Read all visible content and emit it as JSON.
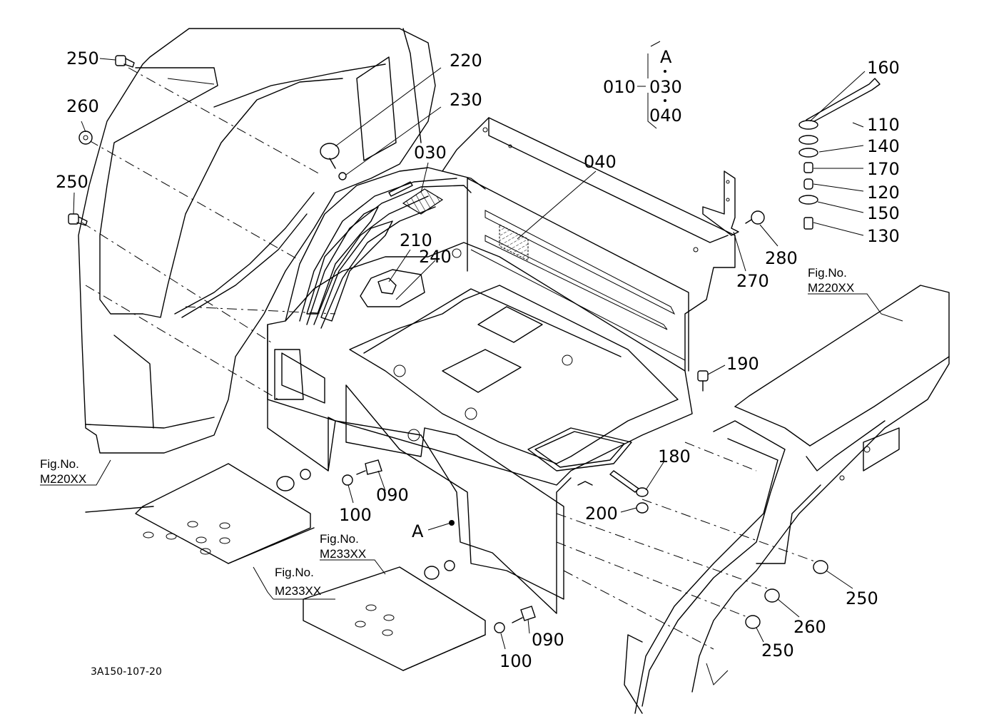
{
  "diagram": {
    "type": "exploded-parts-diagram",
    "drawing_code": "3A150-107-20",
    "group_callout": {
      "parent": "010",
      "members": [
        "A",
        "030",
        "040"
      ]
    },
    "view_marker": "A",
    "part_labels": [
      {
        "id": "p250a",
        "text": "250"
      },
      {
        "id": "p260a",
        "text": "260"
      },
      {
        "id": "p250b",
        "text": "250"
      },
      {
        "id": "p220",
        "text": "220"
      },
      {
        "id": "p230",
        "text": "230"
      },
      {
        "id": "p030",
        "text": "030"
      },
      {
        "id": "p040",
        "text": "040"
      },
      {
        "id": "p210",
        "text": "210"
      },
      {
        "id": "p240",
        "text": "240"
      },
      {
        "id": "p160",
        "text": "160"
      },
      {
        "id": "p110",
        "text": "110"
      },
      {
        "id": "p140",
        "text": "140"
      },
      {
        "id": "p170",
        "text": "170"
      },
      {
        "id": "p120",
        "text": "120"
      },
      {
        "id": "p150",
        "text": "150"
      },
      {
        "id": "p130",
        "text": "130"
      },
      {
        "id": "p280",
        "text": "280"
      },
      {
        "id": "p270",
        "text": "270"
      },
      {
        "id": "p190",
        "text": "190"
      },
      {
        "id": "p180",
        "text": "180"
      },
      {
        "id": "p200",
        "text": "200"
      },
      {
        "id": "p090a",
        "text": "090"
      },
      {
        "id": "p100a",
        "text": "100"
      },
      {
        "id": "p090b",
        "text": "090"
      },
      {
        "id": "p100b",
        "text": "100"
      },
      {
        "id": "p250c",
        "text": "250"
      },
      {
        "id": "p260b",
        "text": "260"
      },
      {
        "id": "p250d",
        "text": "250"
      }
    ],
    "figure_refs": [
      {
        "caption": "Fig.No.",
        "number": "M220XX"
      },
      {
        "caption": "Fig.No.",
        "number": "M220XX"
      },
      {
        "caption": "Fig.No.",
        "number": "M233XX"
      },
      {
        "caption": "Fig.No.",
        "number": "M233XX"
      }
    ]
  }
}
